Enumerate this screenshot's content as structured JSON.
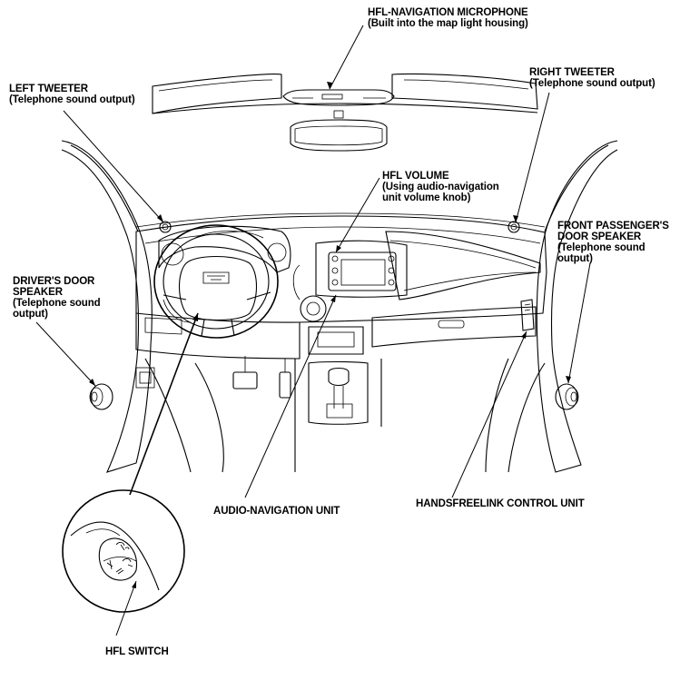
{
  "labels": {
    "mic": {
      "line1": "HFL-NAVIGATION MICROPHONE",
      "line2": "(Built into the map light housing)"
    },
    "left_tweeter": {
      "line1": "LEFT TWEETER",
      "line2": "(Telephone sound output)"
    },
    "right_tweeter": {
      "line1": "RIGHT TWEETER",
      "line2": "(Telephone sound output)"
    },
    "hfl_volume": {
      "line1": "HFL VOLUME",
      "line2": "(Using audio-navigation",
      "line3": "unit volume knob)"
    },
    "drivers_door": {
      "line1": "DRIVER'S DOOR",
      "line2": "SPEAKER",
      "line3": "(Telephone sound",
      "line4": "output)"
    },
    "passenger_door": {
      "line1": "FRONT PASSENGER'S",
      "line2": "DOOR SPEAKER",
      "line3": "(Telephone sound",
      "line4": "output)"
    },
    "audio_nav": {
      "line1": "AUDIO-NAVIGATION UNIT"
    },
    "hfl_control": {
      "line1": "HANDSFREELINK CONTROL UNIT"
    },
    "hfl_switch": {
      "line1": "HFL SWITCH"
    }
  }
}
